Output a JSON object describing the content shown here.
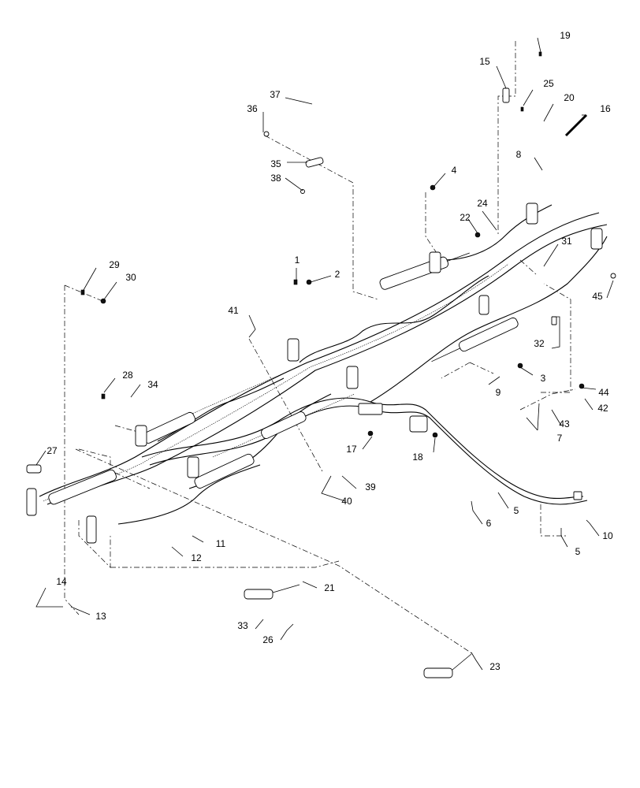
{
  "diagram": {
    "callouts": [
      {
        "id": "c1",
        "label": "1"
      },
      {
        "id": "c2",
        "label": "2"
      },
      {
        "id": "c3",
        "label": "3"
      },
      {
        "id": "c4",
        "label": "4"
      },
      {
        "id": "c5a",
        "label": "5"
      },
      {
        "id": "c5b",
        "label": "5"
      },
      {
        "id": "c6",
        "label": "6"
      },
      {
        "id": "c7",
        "label": "7"
      },
      {
        "id": "c8",
        "label": "8"
      },
      {
        "id": "c9",
        "label": "9"
      },
      {
        "id": "c10",
        "label": "10"
      },
      {
        "id": "c11",
        "label": "11"
      },
      {
        "id": "c12",
        "label": "12"
      },
      {
        "id": "c13",
        "label": "13"
      },
      {
        "id": "c14",
        "label": "14"
      },
      {
        "id": "c15",
        "label": "15"
      },
      {
        "id": "c16",
        "label": "16"
      },
      {
        "id": "c17",
        "label": "17"
      },
      {
        "id": "c18",
        "label": "18"
      },
      {
        "id": "c19",
        "label": "19"
      },
      {
        "id": "c20",
        "label": "20"
      },
      {
        "id": "c21",
        "label": "21"
      },
      {
        "id": "c22",
        "label": "22"
      },
      {
        "id": "c23",
        "label": "23"
      },
      {
        "id": "c24",
        "label": "24"
      },
      {
        "id": "c25",
        "label": "25"
      },
      {
        "id": "c26",
        "label": "26"
      },
      {
        "id": "c27",
        "label": "27"
      },
      {
        "id": "c28",
        "label": "28"
      },
      {
        "id": "c29",
        "label": "29"
      },
      {
        "id": "c30",
        "label": "30"
      },
      {
        "id": "c31",
        "label": "31"
      },
      {
        "id": "c32",
        "label": "32"
      },
      {
        "id": "c33",
        "label": "33"
      },
      {
        "id": "c34",
        "label": "34"
      },
      {
        "id": "c35",
        "label": "35"
      },
      {
        "id": "c36",
        "label": "36"
      },
      {
        "id": "c37",
        "label": "37"
      },
      {
        "id": "c38",
        "label": "38"
      },
      {
        "id": "c39",
        "label": "39"
      },
      {
        "id": "c40",
        "label": "40"
      },
      {
        "id": "c41",
        "label": "41"
      },
      {
        "id": "c42",
        "label": "42"
      },
      {
        "id": "c43",
        "label": "43"
      },
      {
        "id": "c44",
        "label": "44"
      },
      {
        "id": "c45",
        "label": "45"
      }
    ]
  }
}
